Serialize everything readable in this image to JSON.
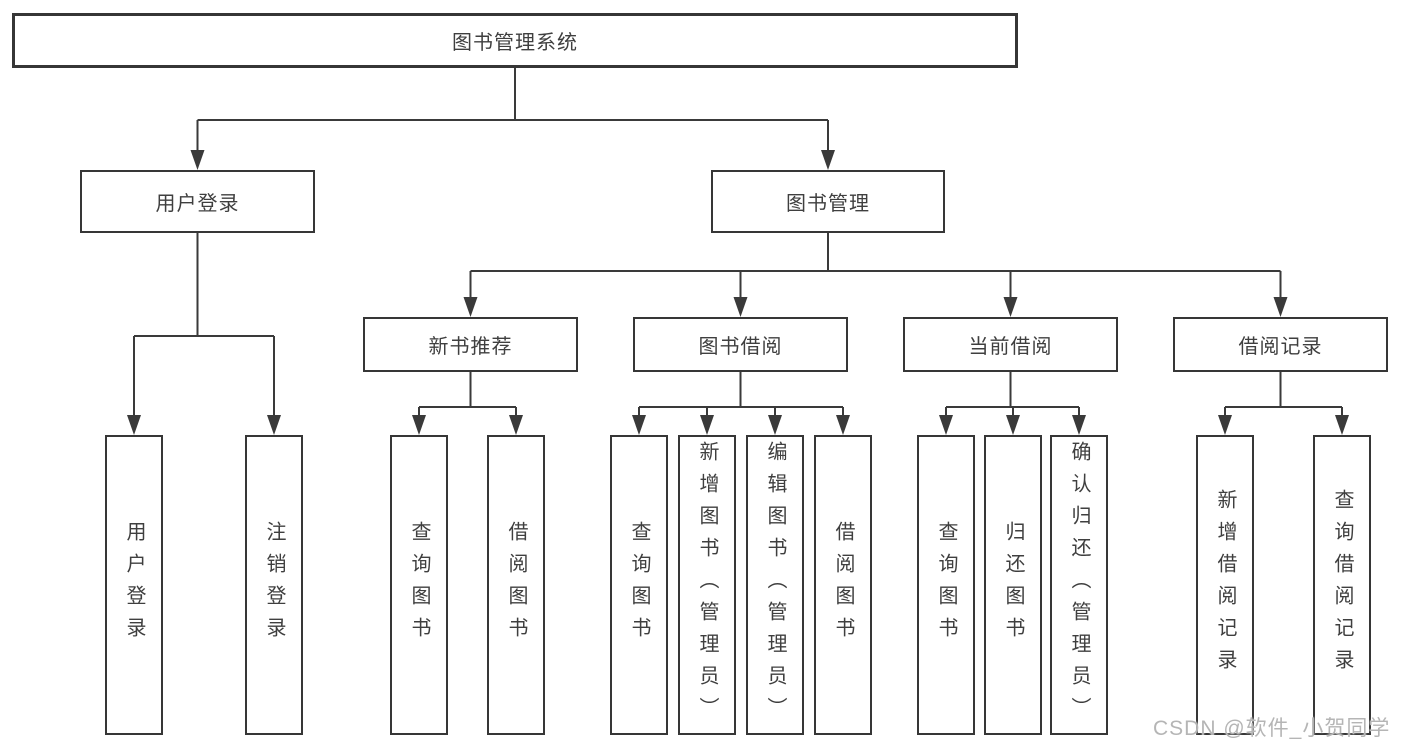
{
  "diagram": {
    "type": "hierarchy-tree",
    "colors": {
      "line": "#3a3a3a",
      "box_border": "#363636",
      "box_fill": "#ffffff",
      "text": "#3f3f3f",
      "watermark": "#b5b5b5",
      "background": "#ffffff"
    },
    "tree": {
      "root": {
        "label": "图书管理系统",
        "children": [
          {
            "label": "用户登录",
            "children": [
              {
                "label": "用户登录"
              },
              {
                "label": "注销登录"
              }
            ]
          },
          {
            "label": "图书管理",
            "children": [
              {
                "label": "新书推荐",
                "children": [
                  {
                    "label": "查询图书"
                  },
                  {
                    "label": "借阅图书"
                  }
                ]
              },
              {
                "label": "图书借阅",
                "children": [
                  {
                    "label": "查询图书"
                  },
                  {
                    "label": "新增图书（管理员）"
                  },
                  {
                    "label": "编辑图书（管理员）"
                  },
                  {
                    "label": "借阅图书"
                  }
                ]
              },
              {
                "label": "当前借阅",
                "children": [
                  {
                    "label": "查询图书"
                  },
                  {
                    "label": "归还图书"
                  },
                  {
                    "label": "确认归还（管理员）"
                  }
                ]
              },
              {
                "label": "借阅记录",
                "children": [
                  {
                    "label": "新增借阅记录"
                  },
                  {
                    "label": "查询借阅记录"
                  }
                ]
              }
            ]
          }
        ]
      }
    },
    "watermark": {
      "text": "CSDN @软件_小贺同学"
    }
  }
}
